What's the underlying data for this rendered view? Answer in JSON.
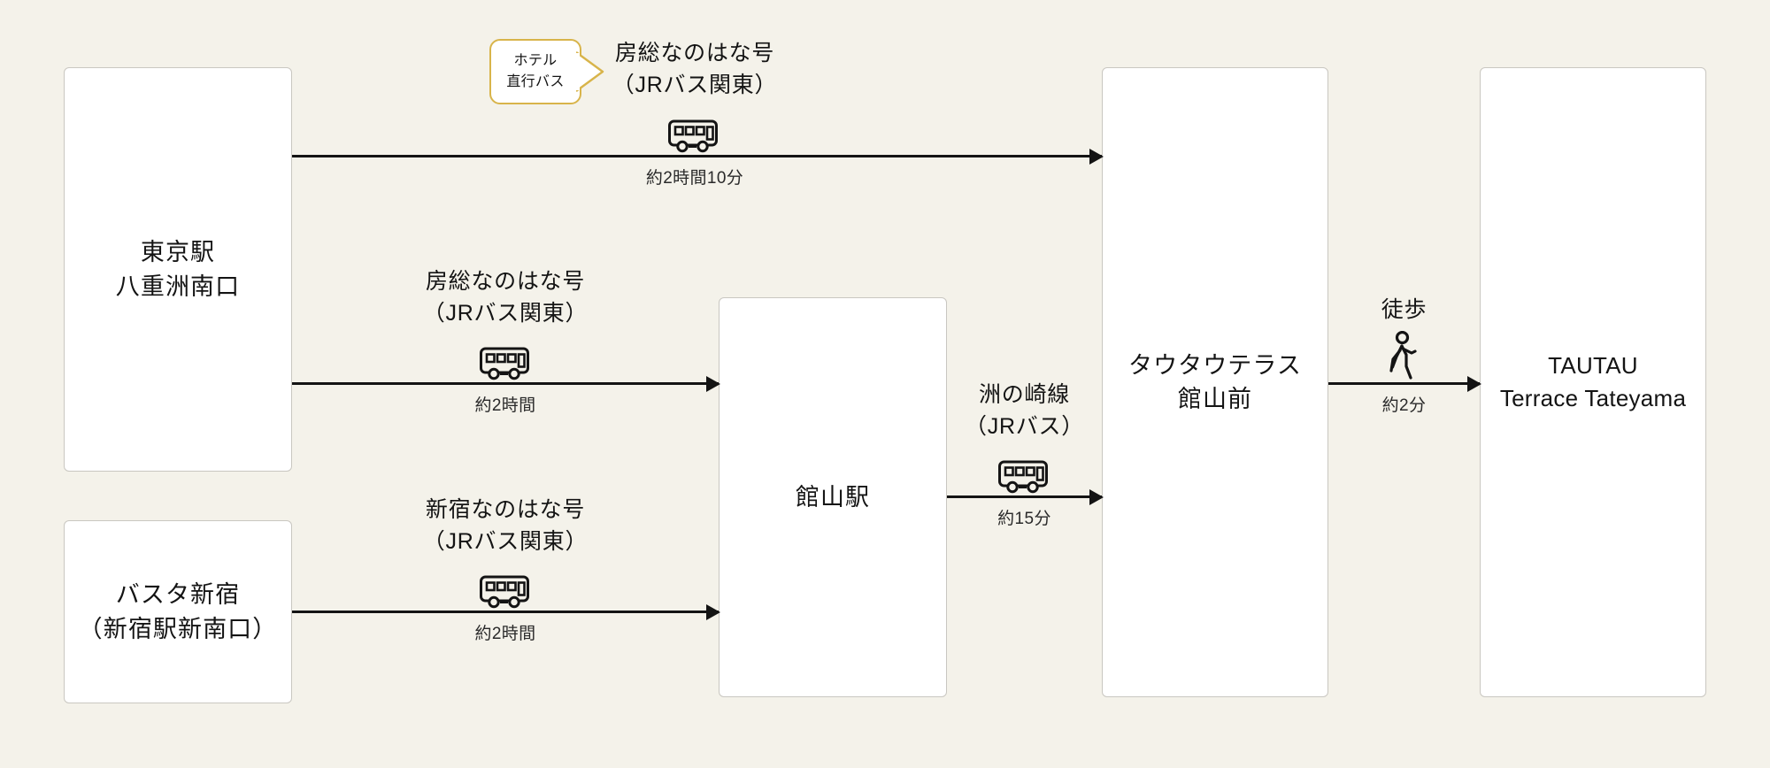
{
  "canvas": {
    "background_color": "#f4f2ea",
    "node_fill": "#ffffff",
    "node_border": "#c9c7c1",
    "line_color": "#141414",
    "badge_border": "#d8b44a"
  },
  "nodes": [
    {
      "id": "tokyo",
      "lines": [
        "東京駅",
        "八重洲南口"
      ]
    },
    {
      "id": "shinjuku",
      "lines": [
        "バスタ新宿",
        "（新宿駅新南口）"
      ]
    },
    {
      "id": "tateyama",
      "lines": [
        "館山駅"
      ]
    },
    {
      "id": "tautau_mae",
      "lines": [
        "タウタウテラス",
        "館山前"
      ]
    },
    {
      "id": "tautau",
      "lines": [
        "TAUTAU",
        "Terrace Tateyama"
      ]
    }
  ],
  "badge": {
    "line1": "ホテル",
    "line2": "直行バス"
  },
  "edges": [
    {
      "id": "tokyo_direct",
      "label_line1": "房総なのはな号",
      "label_line2": "（JRバス関東）",
      "duration": "約2時間10分",
      "mode": "bus"
    },
    {
      "id": "tokyo_tateyama",
      "label_line1": "房総なのはな号",
      "label_line2": "（JRバス関東）",
      "duration": "約2時間",
      "mode": "bus"
    },
    {
      "id": "shinjuku_tateyama",
      "label_line1": "新宿なのはな号",
      "label_line2": "（JRバス関東）",
      "duration": "約2時間",
      "mode": "bus"
    },
    {
      "id": "tateyama_tautau_mae",
      "label_line1": "洲の崎線",
      "label_line2": "（JRバス）",
      "duration": "約15分",
      "mode": "bus"
    },
    {
      "id": "walk_to_hotel",
      "label_line1": "徒歩",
      "label_line2": "",
      "duration": "約2分",
      "mode": "walk"
    }
  ],
  "icons": {
    "bus": "bus-icon",
    "walk": "walking-person-icon"
  }
}
